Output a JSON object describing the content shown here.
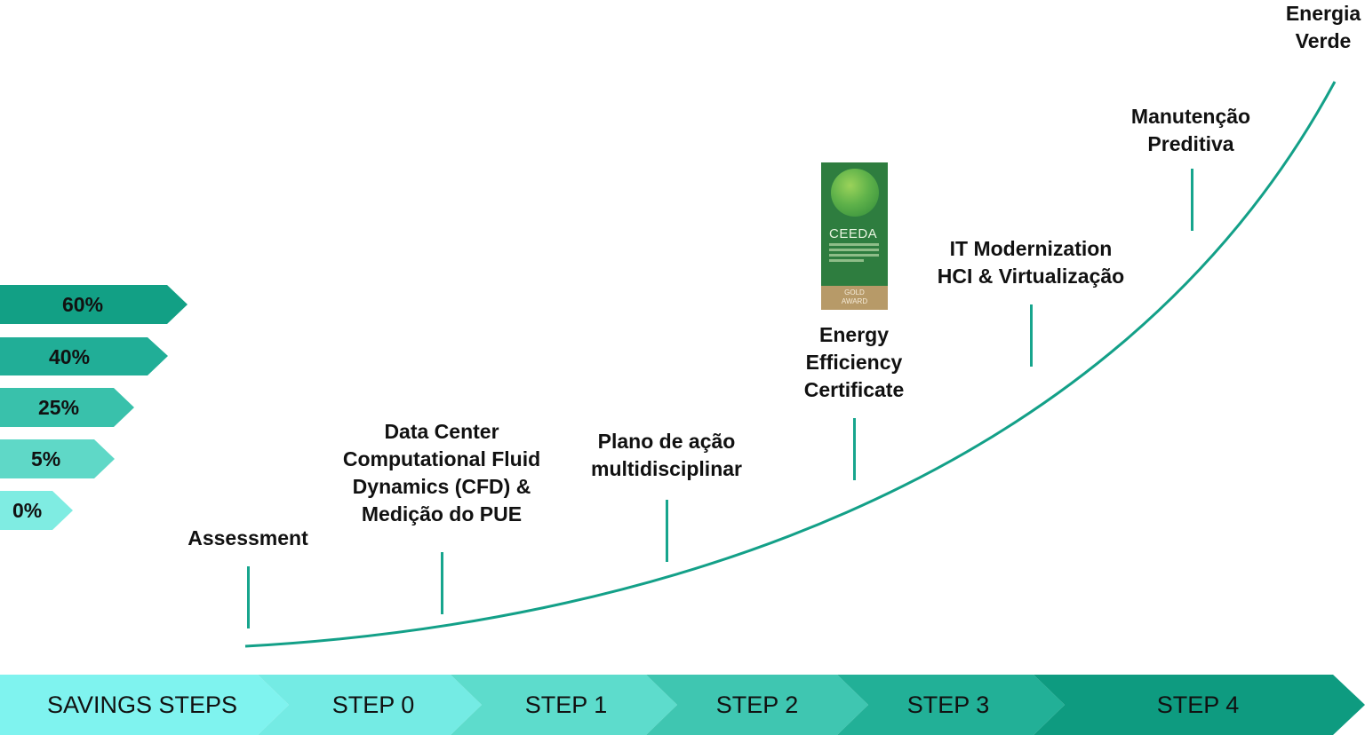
{
  "savings_levels": [
    {
      "label": "60%",
      "color": "#12a085"
    },
    {
      "label": "40%",
      "color": "#21ae97"
    },
    {
      "label": "25%",
      "color": "#39c1ab"
    },
    {
      "label": "5%",
      "color": "#5fd8c7"
    },
    {
      "label": "0%",
      "color": "#7fece2"
    }
  ],
  "milestones": [
    {
      "lines": [
        "Assessment"
      ]
    },
    {
      "lines": [
        "Data Center",
        "Computational Fluid",
        "Dynamics (CFD) &",
        "Medição do PUE"
      ]
    },
    {
      "lines": [
        "Plano de ação",
        "multidisciplinar"
      ]
    },
    {
      "lines": [
        "Energy",
        "Efficiency",
        "Certificate"
      ]
    },
    {
      "lines": [
        "IT Modernization",
        "HCI & Virtualização"
      ]
    },
    {
      "lines": [
        "Manutenção",
        "Preditiva"
      ]
    },
    {
      "lines": [
        "Energia",
        "Verde"
      ]
    }
  ],
  "certificate": {
    "name": "CEEDA",
    "award_line1": "GOLD",
    "award_line2": "AWARD"
  },
  "steps": [
    {
      "label": "SAVINGS STEPS",
      "color": "#7ff3ef"
    },
    {
      "label": "STEP 0",
      "color": "#74ebe4"
    },
    {
      "label": "STEP 1",
      "color": "#5ddccc"
    },
    {
      "label": "STEP 2",
      "color": "#3fc6b1"
    },
    {
      "label": "STEP 3",
      "color": "#22b097"
    },
    {
      "label": "STEP 4",
      "color": "#0e9b80"
    }
  ],
  "colors": {
    "curve": "#13a088",
    "tick": "#17a58d"
  }
}
